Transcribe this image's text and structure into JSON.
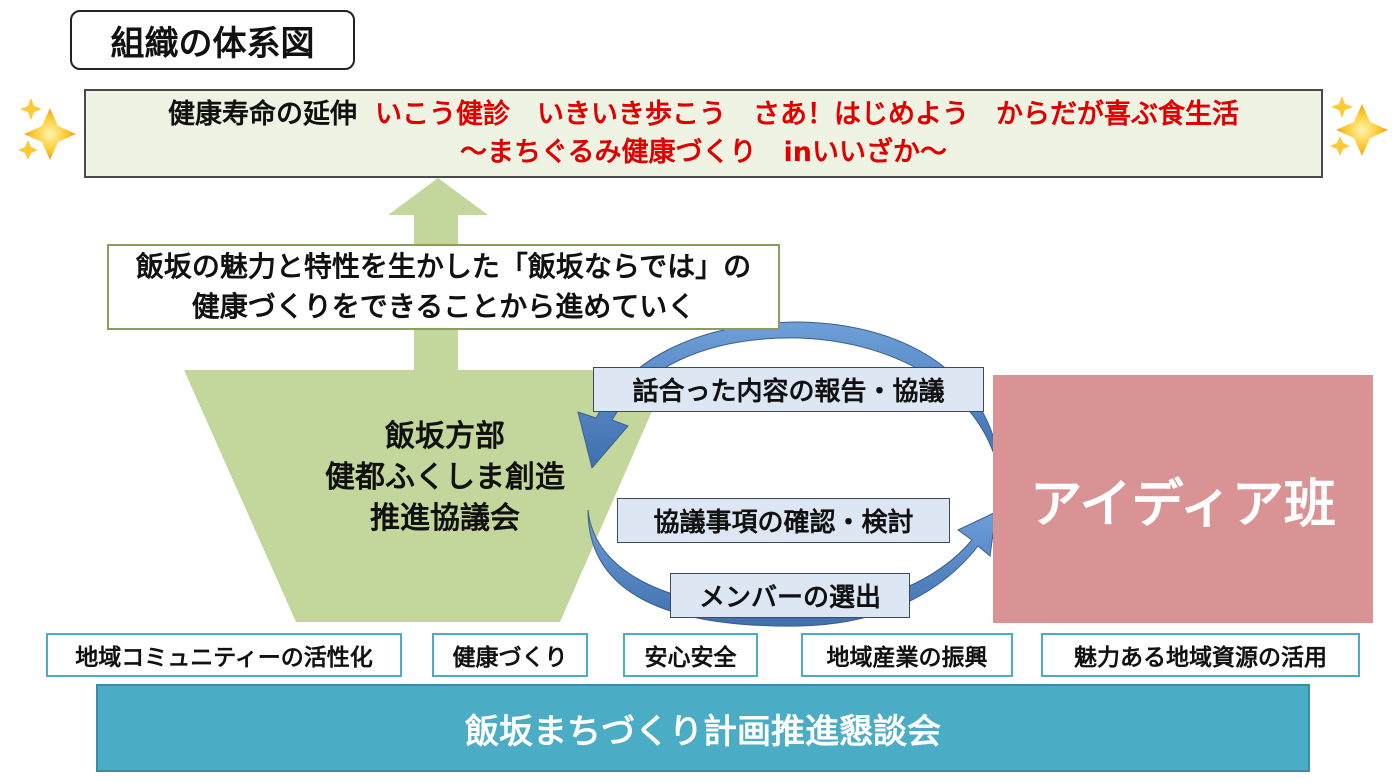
{
  "title": "組織の体系図",
  "goal": {
    "line1_black": "健康寿命の延伸",
    "line1_red": "いこう健診　いきいき歩こう　さあ！はじめよう　からだが喜ぶ食生活",
    "line2_red": "～まちぐるみ健康づくり　inいいざか～"
  },
  "policy": {
    "line1": "飯坂の魅力と特性を生かした「飯坂ならでは」の",
    "line2": "健康づくりをできることから進めていく"
  },
  "council": {
    "line1": "飯坂方部",
    "line2": "健都ふくしま創造",
    "line3": "推進協議会"
  },
  "flows": {
    "report": "話合った内容の報告・協議",
    "confirm": "協議事項の確認・検討",
    "members": "メンバーの選出"
  },
  "idea_group": "アイディア班",
  "themes": [
    "地域コミュニティーの活性化",
    "健康づくり",
    "安心安全",
    "地域産業の振興",
    "魅力ある地域資源の活用"
  ],
  "bottom": "飯坂まちづくり計画推進懇談会",
  "colors": {
    "funnel_green": "#c3d69b",
    "arrow_blue": "#4f81bd",
    "idea_pink": "#d99394",
    "bottom_teal": "#4bacc6",
    "goal_red": "#e00000"
  },
  "icons": [
    "sparkles-icon",
    "sparkles-icon"
  ]
}
